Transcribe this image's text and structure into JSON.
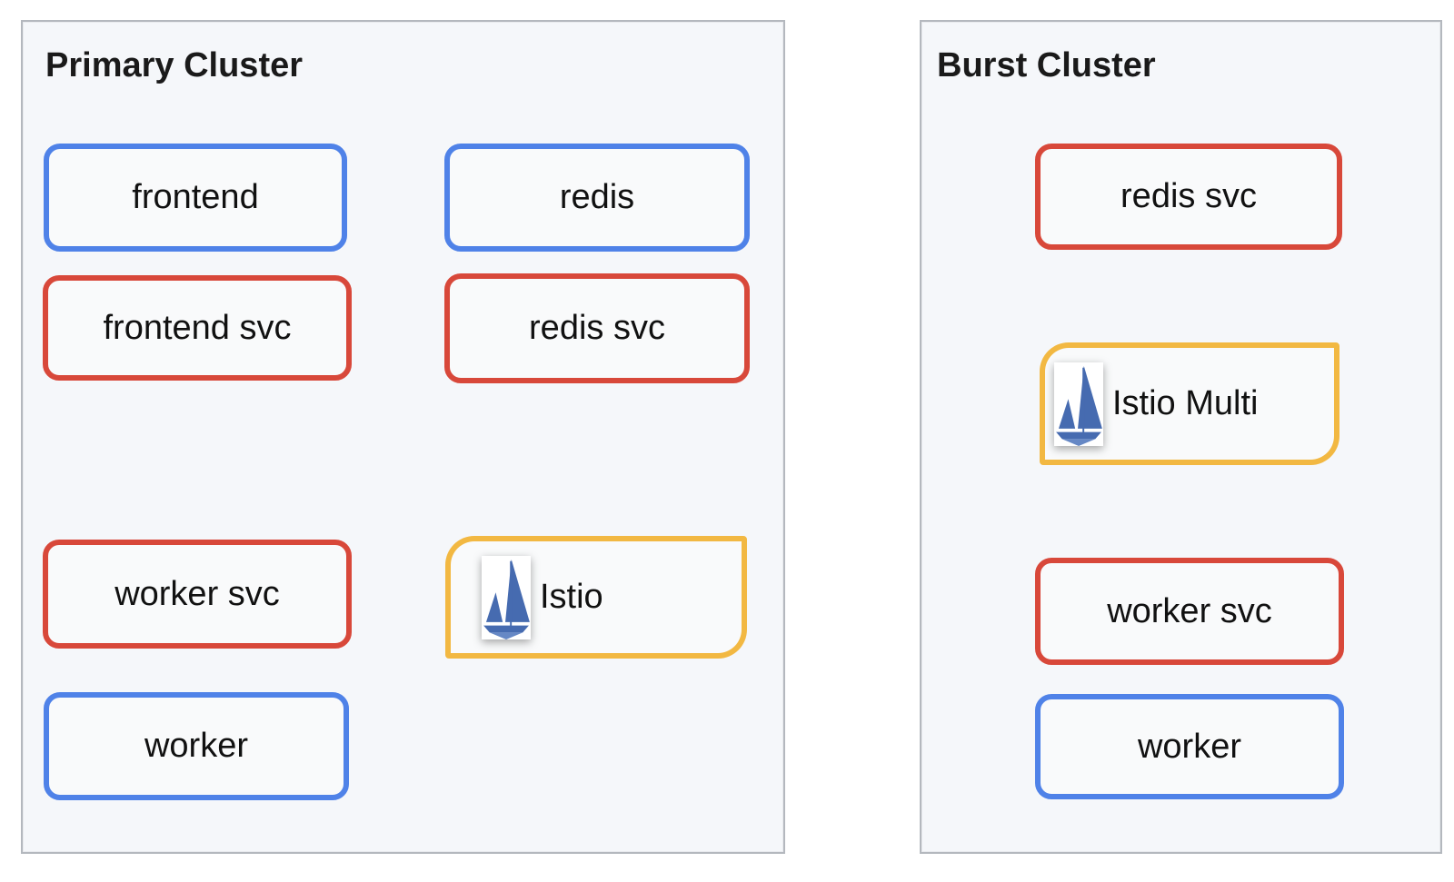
{
  "clusters": [
    {
      "title": "Primary Cluster",
      "nodes": [
        {
          "label": "frontend",
          "kind": "deployment"
        },
        {
          "label": "redis",
          "kind": "deployment"
        },
        {
          "label": "frontend svc",
          "kind": "service"
        },
        {
          "label": "redis svc",
          "kind": "service"
        },
        {
          "label": "worker svc",
          "kind": "service"
        },
        {
          "label": "Istio",
          "kind": "istio",
          "icon": "istio-sailboat-icon"
        },
        {
          "label": "worker",
          "kind": "deployment"
        }
      ]
    },
    {
      "title": "Burst Cluster",
      "nodes": [
        {
          "label": "redis svc",
          "kind": "service"
        },
        {
          "label": "Istio Multi",
          "kind": "istio",
          "icon": "istio-sailboat-icon"
        },
        {
          "label": "worker svc",
          "kind": "service"
        },
        {
          "label": "worker",
          "kind": "deployment"
        }
      ]
    }
  ],
  "colors": {
    "deployment_border_blue": "#4F82E8",
    "service_border_red": "#D8483A",
    "istio_border_yellow": "#F2B842",
    "istio_logo_blue": "#466BB0",
    "istio_keel_blue": "#6688C5",
    "cluster_background": "#F5F7FA",
    "cluster_border_gray": "#B4B8BE",
    "node_background": "#F9FAFB",
    "text_color": "#1A1A1A"
  }
}
